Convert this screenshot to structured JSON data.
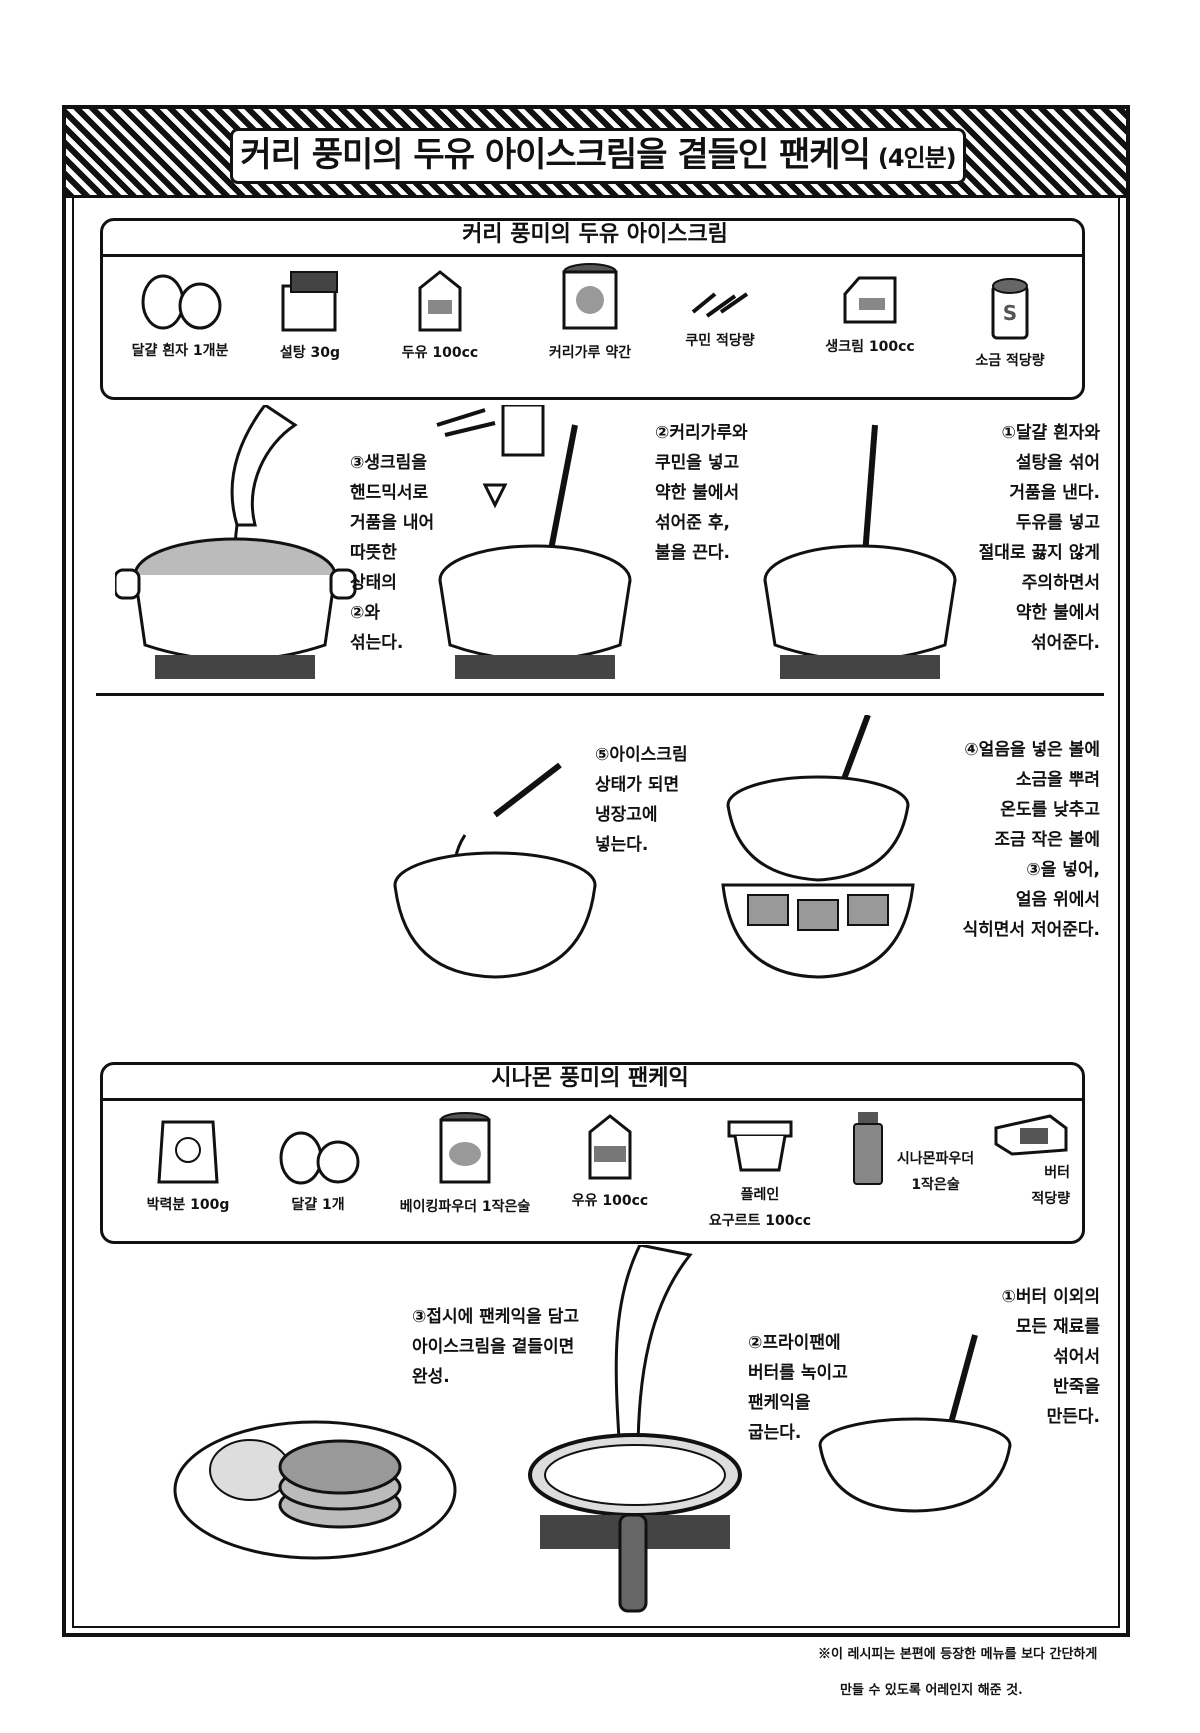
{
  "title": {
    "main": "커리 풍미의 두유 아이스크림을 곁들인 팬케익",
    "serving": "(4인분)"
  },
  "ice_cream": {
    "heading": "커리 풍미의 두유 아이스크림",
    "ingredients": [
      {
        "icon": "eggs-icon",
        "label": "달걀 흰자 1개분"
      },
      {
        "icon": "sugar-icon",
        "label": "설탕 30g"
      },
      {
        "icon": "soymilk-carton-icon",
        "label": "두유 100cc"
      },
      {
        "icon": "curry-can-icon",
        "label": "커리가루 약간"
      },
      {
        "icon": "cumin-icon",
        "label": "쿠민 적당량"
      },
      {
        "icon": "cream-carton-icon",
        "label": "생크림 100cc"
      },
      {
        "icon": "salt-shaker-icon",
        "label": "소금 적당량"
      }
    ],
    "steps": {
      "s1": "①달걀 흰자와\n설탕을 섞어\n거품을 낸다.\n두유를 넣고\n절대로 끓지 않게\n주의하면서\n약한 불에서\n섞어준다.",
      "s2": "②커리가루와\n쿠민을 넣고\n약한 불에서\n섞어준 후,\n불을 끈다.",
      "s3": "③생크림을\n핸드믹서로\n거품을 내어\n따뜻한\n상태의\n②와\n섞는다.",
      "s4": "④얼음을 넣은 볼에\n소금을 뿌려\n온도를 낮추고\n조금 작은 볼에\n③을 넣어,\n얼음 위에서\n식히면서 저어준다.",
      "s5": "⑤아이스크림\n상태가 되면\n냉장고에\n넣는다."
    }
  },
  "pancake": {
    "heading": "시나몬 풍미의 팬케익",
    "ingredients": [
      {
        "icon": "flour-bag-icon",
        "label": "박력분 100g"
      },
      {
        "icon": "eggs-icon",
        "label": "달걀 1개"
      },
      {
        "icon": "baking-powder-icon",
        "label": "베이킹파우더 1작은술"
      },
      {
        "icon": "milk-carton-icon",
        "label": "우유 100cc"
      },
      {
        "icon": "yogurt-icon",
        "label": "플레인\n요구르트 100cc"
      },
      {
        "icon": "cinnamon-icon",
        "label": "시나몬파우더\n1작은술"
      },
      {
        "icon": "butter-icon",
        "label": "버터\n적당량"
      }
    ],
    "steps": {
      "s1": "①버터 이외의\n모든 재료를\n섞어서\n반죽을\n만든다.",
      "s2": "②프라이팬에\n버터를 녹이고\n팬케익을\n굽는다.",
      "s3": "③접시에 팬케익을 담고\n아이스크림을 곁들이면\n완성."
    }
  },
  "footnote": {
    "line1": "※이 레시피는 본편에 등장한 메뉴를 보다 간단하게",
    "line2": "만들 수 있도록 어레인지 해준 것."
  }
}
